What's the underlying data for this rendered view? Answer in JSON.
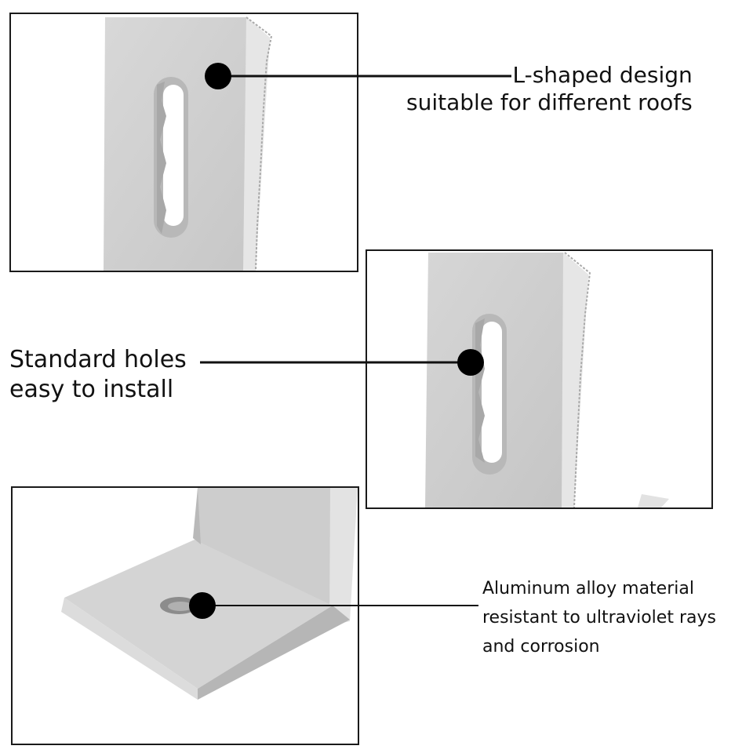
{
  "colors": {
    "background": "#ffffff",
    "frame_border": "#1a1a1a",
    "metal_face": "#d2d2d2",
    "metal_edge": "#e4e4e4",
    "metal_shadow": "#b0b0b0",
    "callout_dot": "#000000",
    "callout_line": "#111111",
    "text": "#111111"
  },
  "callouts": [
    {
      "line1": "L-shaped design",
      "line2": "suitable for different roofs"
    },
    {
      "line1": "Standard holes",
      "line2": "easy to install"
    },
    {
      "line1": "Aluminum alloy material",
      "line2": "resistant to ultraviolet rays",
      "line3": "and corrosion"
    }
  ]
}
